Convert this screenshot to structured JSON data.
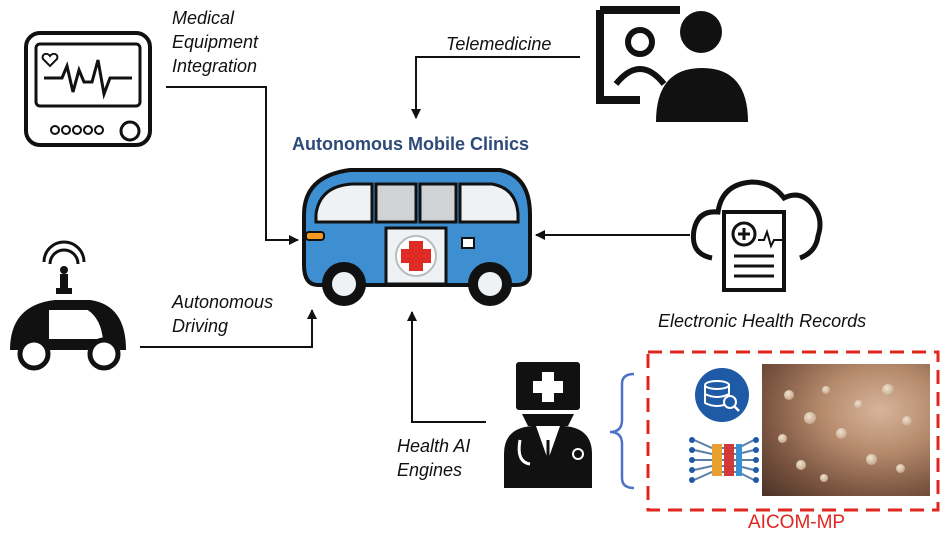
{
  "title": "Autonomous Mobile Clinics",
  "labels": {
    "medical_equipment": [
      "Medical",
      "Equipment",
      "Integration"
    ],
    "telemedicine": "Telemedicine",
    "autonomous_driving": [
      "Autonomous",
      "Driving"
    ],
    "electronic_health_records": "Electronic Health Records",
    "health_ai_engines": [
      "Health AI",
      "Engines"
    ],
    "aicom": "AICOM-MP"
  },
  "icons": [
    "heart-monitor-icon",
    "telemedicine-doctor-icon",
    "autonomous-car-icon",
    "mobile-clinic-van-icon",
    "health-records-cloud-icon",
    "ai-doctor-icon",
    "database-search-icon",
    "neural-network-icon",
    "monkeypox-skin-photo"
  ],
  "colors": {
    "title": "#2d4a7a",
    "aicom_border": "#e0261f",
    "van_blue": "#3d8fd1",
    "brace": "#4f72c8"
  }
}
